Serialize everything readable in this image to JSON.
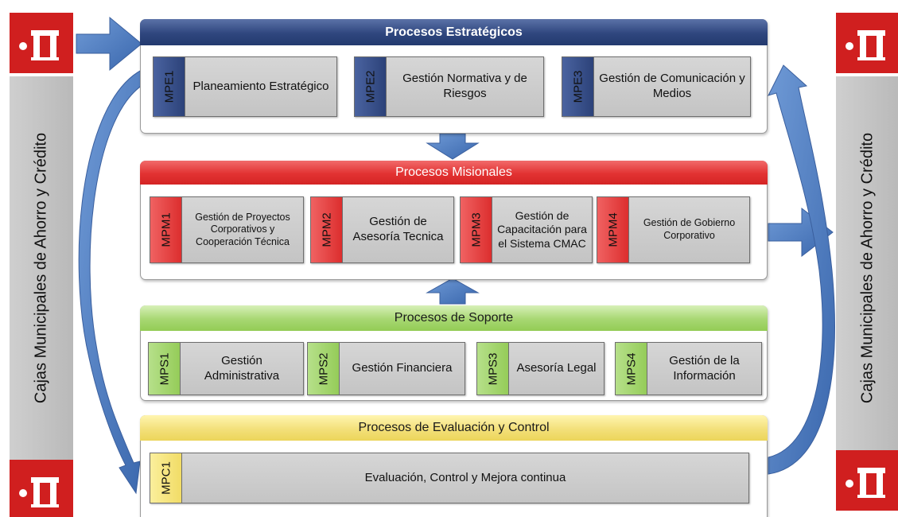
{
  "side_label": "Cajas Municipales de Ahorro y Crédito",
  "colors": {
    "estrategicos": "#2f467e",
    "misionales": "#e23232",
    "soporte": "#a7d772",
    "evaluacion": "#f3e07a",
    "logo": "#d01f1f",
    "arrow": "#4f7fc3"
  },
  "estrategicos": {
    "title": "Procesos Estratégicos",
    "items": [
      {
        "code": "MPE1",
        "label": "Planeamiento Estratégico"
      },
      {
        "code": "MPE2",
        "label": "Gestión Normativa y de Riesgos"
      },
      {
        "code": "MPE3",
        "label": "Gestión de Comunicación y Medios"
      }
    ]
  },
  "misionales": {
    "title": "Procesos Misionales",
    "items": [
      {
        "code": "MPM1",
        "label": "Gestión de Proyectos Corporativos y Cooperación Técnica"
      },
      {
        "code": "MPM2",
        "label": "Gestión de Asesoría Tecnica"
      },
      {
        "code": "MPM3",
        "label": "Gestión de Capacitación para el Sistema CMAC"
      },
      {
        "code": "MPM4",
        "label": "Gestión de Gobierno Corporativo"
      }
    ]
  },
  "soporte": {
    "title": "Procesos de Soporte",
    "items": [
      {
        "code": "MPS1",
        "label": "Gestión Administrativa"
      },
      {
        "code": "MPS2",
        "label": "Gestión Financiera"
      },
      {
        "code": "MPS3",
        "label": "Asesoría Legal"
      },
      {
        "code": "MPS4",
        "label": "Gestión de la Información"
      }
    ]
  },
  "evaluacion": {
    "title": "Procesos de Evaluación y Control",
    "items": [
      {
        "code": "MPC1",
        "label": "Evaluación, Control y Mejora continua"
      }
    ]
  }
}
